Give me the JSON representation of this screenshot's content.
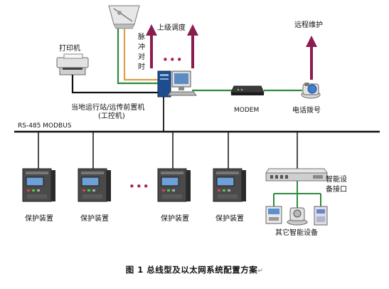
{
  "labels": {
    "upper_dispatch": "上级调度",
    "remote_maintenance": "远程维护",
    "printer": "打印机",
    "pulse_sync": "脉冲对时",
    "local_station_line1": "当地运行站/远传前置机",
    "local_station_line2": "(工控机)",
    "modem": "MODEM",
    "phone_dial": "电话拨号",
    "bus": "RS-485 MODBUS",
    "protection_device": "保护装置",
    "smart_interface_line1": "智能设",
    "smart_interface_line2": "备接口",
    "other_smart_devices": "其它智能设备",
    "ellipsis": "•••"
  },
  "caption": {
    "text": "图 1  总线型及以太网系统配置方案",
    "mark": "↵"
  },
  "colors": {
    "green_link": "#2e8b3e",
    "orange_link": "#d9a050",
    "arrow_purple": "#8a1d4f",
    "ellipsis_red": "#b0204a",
    "line_black": "#111111"
  },
  "icons": [
    "gps-clock-icon",
    "printer-icon",
    "computer-icon",
    "modem-icon",
    "telephone-icon",
    "protection-relay-icon",
    "network-switch-icon",
    "smart-meter-icon"
  ]
}
